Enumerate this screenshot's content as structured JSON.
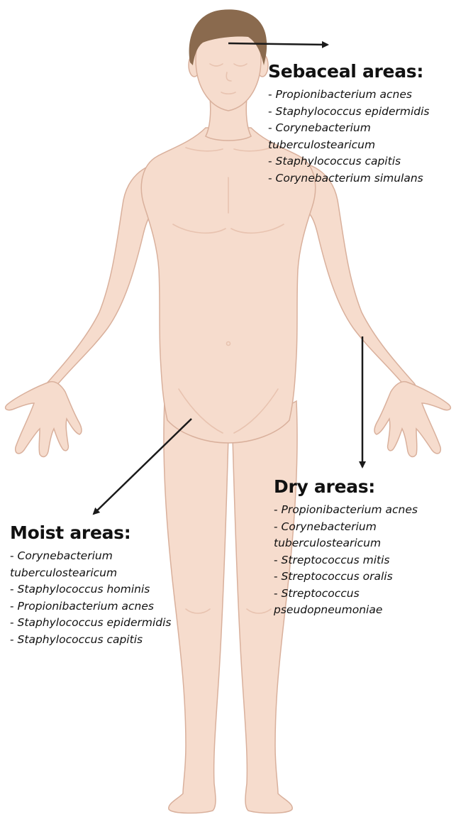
{
  "colors": {
    "skin": "#f6dccd",
    "skin_shade": "#e8c3b0",
    "outline": "#d9b09c",
    "hair": "#8a6a4e",
    "arrow": "#1a1a1a",
    "text": "#111111"
  },
  "regions": {
    "sebaceal": {
      "title": "Sebaceal areas:",
      "items": [
        {
          "dash": "- ",
          "text": "Propionibacterium acnes"
        },
        {
          "dash": "- ",
          "text": "Staphylococcus epidermidis"
        },
        {
          "dash": "- ",
          "text": "Corynebacterium"
        },
        {
          "dash": "",
          "text": "tuberculostearicum"
        },
        {
          "dash": "- ",
          "text": "Staphylococcus capitis"
        },
        {
          "dash": "- ",
          "text": "Corynebacterium simulans"
        }
      ]
    },
    "dry": {
      "title": "Dry areas:",
      "items": [
        {
          "dash": "- ",
          "text": "Propionibacterium acnes"
        },
        {
          "dash": "- ",
          "text": "Corynebacterium"
        },
        {
          "dash": "",
          "text": "tuberculostearicum"
        },
        {
          "dash": "- ",
          "text": "Streptococcus mitis"
        },
        {
          "dash": "- ",
          "text": "Streptococcus oralis"
        },
        {
          "dash": "- ",
          "text": "Streptococcus"
        },
        {
          "dash": "",
          "text": "pseudopneumoniae"
        }
      ]
    },
    "moist": {
      "title": "Moist areas:",
      "items": [
        {
          "dash": "- ",
          "text": "Corynebacterium"
        },
        {
          "dash": "",
          "text": "tuberculostearicum"
        },
        {
          "dash": "- ",
          "text": "Staphylococcus hominis"
        },
        {
          "dash": "- ",
          "text": "Propionibacterium acnes"
        },
        {
          "dash": "- ",
          "text": "Staphylococcus epidermidis"
        },
        {
          "dash": "- ",
          "text": "Staphylococcus capitis"
        }
      ]
    }
  }
}
